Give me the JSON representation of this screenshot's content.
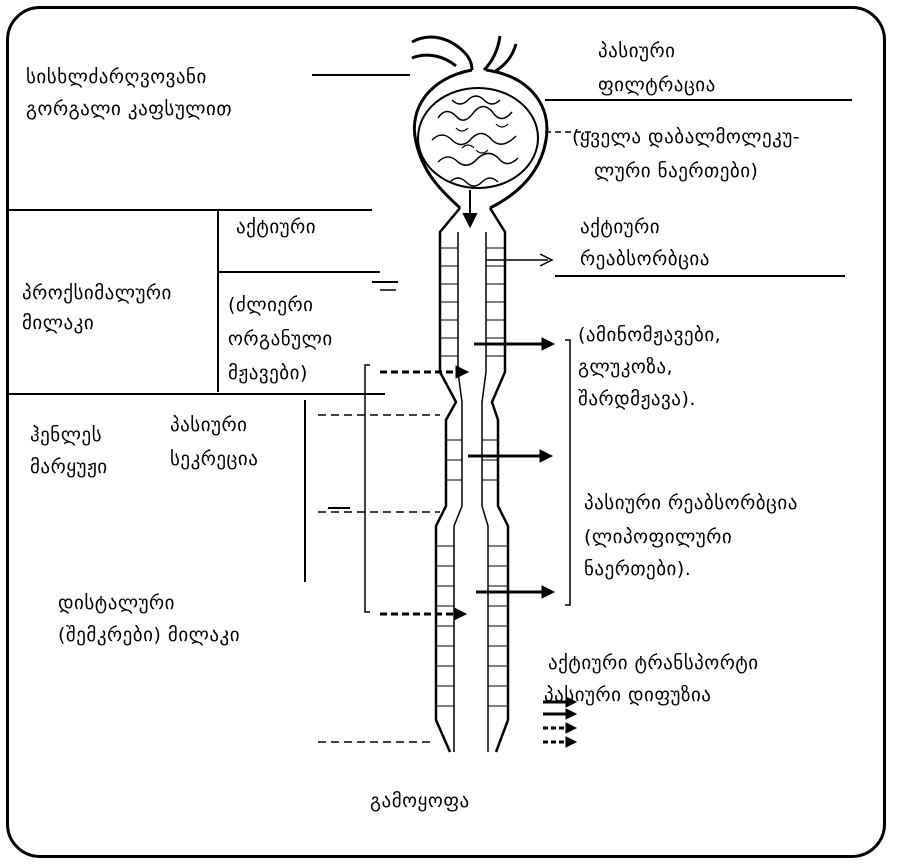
{
  "labels": {
    "glomerulus": [
      "სისხლძარღვოვანი",
      "გორგალი კაფსულით"
    ],
    "passive_filtration": [
      "პასიური",
      "ფილტრაცია"
    ],
    "low_molecular": [
      "(ყველა დაბალმოლეკუ-",
      "ლური ნაერთები)"
    ],
    "active_left": "აქტიური",
    "active_reabsorption": [
      "აქტიური",
      "რეაბსორბცია"
    ],
    "proximal_tubule": [
      "პროქსიმალური",
      "მილაკი"
    ],
    "strong_acids": [
      "(ძლიერი",
      "ორგანული",
      "მჟავები)"
    ],
    "reabsorbed_substances": [
      "(ამინომჟავები,",
      "გლუკოზა,",
      "შარდმჟავა)."
    ],
    "henle_loop": [
      "ჰენლეს",
      "მარყუჟი"
    ],
    "passive_secretion": [
      "პასიური",
      "სეკრეცია"
    ],
    "passive_reabsorption": [
      "პასიური რეაბსორბცია",
      "(ლიპოფილური",
      "ნაერთები)."
    ],
    "distal_tubule": [
      "დისტალური",
      "(შემკრები) მილაკი"
    ],
    "legend_active": "აქტიური ტრანსპორტი",
    "legend_passive": "პასიური დიფუზია",
    "excretion": "გამოყოფა"
  },
  "colors": {
    "ink": "#000000",
    "background": "#ffffff"
  }
}
